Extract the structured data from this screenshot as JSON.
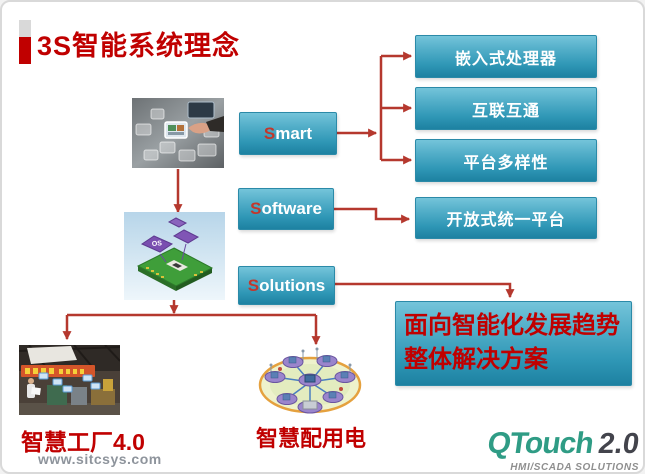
{
  "title": "3S智能系统理念",
  "s_boxes": [
    {
      "initial": "S",
      "rest": "mart"
    },
    {
      "initial": "S",
      "rest": "oftware"
    },
    {
      "initial": "S",
      "rest": "olutions"
    }
  ],
  "feature_boxes": [
    "嵌入式处理器",
    "互联互通",
    "平台多样性"
  ],
  "platform_box": "开放式统一平台",
  "result_box": {
    "line1": "面向智能化发展趋势",
    "line2": "整体解决方案"
  },
  "captions": {
    "factory": "智慧工厂4.0",
    "power_distribution": "智慧配用电"
  },
  "footer": {
    "website": "www.sitcsys.com"
  },
  "logo": {
    "brand": "QTouch",
    "version": "2.0",
    "tagline": "HMI/SCADA SOLUTIONS"
  },
  "icons": {
    "title_accent": "red-gray-bar-icon",
    "touch_image": "touch-interface-photo",
    "board_image": "embedded-circuit-board-illustration",
    "factory_image": "smart-factory-photo",
    "grid_image": "smart-power-grid-illustration"
  },
  "colors": {
    "accent_red": "#c00000",
    "arrow_red": "#b5382e",
    "box_teal_top": "#74c4da",
    "box_teal_bottom": "#1d81a1",
    "logo_teal": "#2f9c85"
  }
}
